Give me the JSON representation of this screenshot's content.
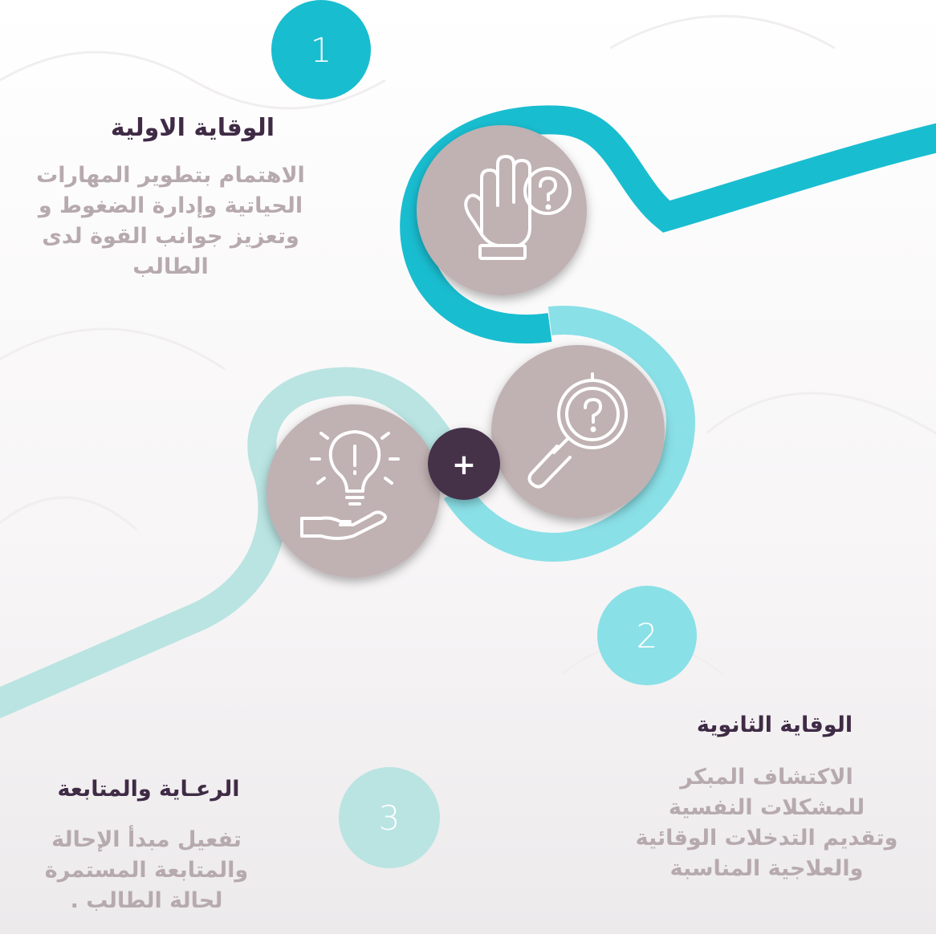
{
  "colors": {
    "teal_dark": "#19bdd0",
    "teal_light": "#8ae0e7",
    "teal_pale": "#b9e4e2",
    "icon_bg": "#c0b1b2",
    "center_dot": "#45314a",
    "title": "#3f2b45",
    "desc": "#b7aaaf"
  },
  "center": {
    "symbol": "+"
  },
  "steps": [
    {
      "number": "1",
      "title": "الوقاية الاولية",
      "description": "الاهتمام بتطوير المهارات\nالحياتية وإدارة الضغوط و\nوتعزيز جوانب القوة لدى\nالطالب",
      "icon": "raised-hand-question-icon"
    },
    {
      "number": "2",
      "title": "الوقاية الثانوية",
      "description": "الاكتشاف المبكر\nللمشكلات النفسية\nوتقديم التدخلات الوقائية\nوالعلاجية المناسبة",
      "icon": "magnifier-question-icon"
    },
    {
      "number": "3",
      "title": "الرعـاية والمتابعة",
      "description": "تفعيل مبدأ الإحالة\nوالمتابعة  المستمرة\nلحالة الطالب .",
      "icon": "lightbulb-hand-icon"
    }
  ]
}
